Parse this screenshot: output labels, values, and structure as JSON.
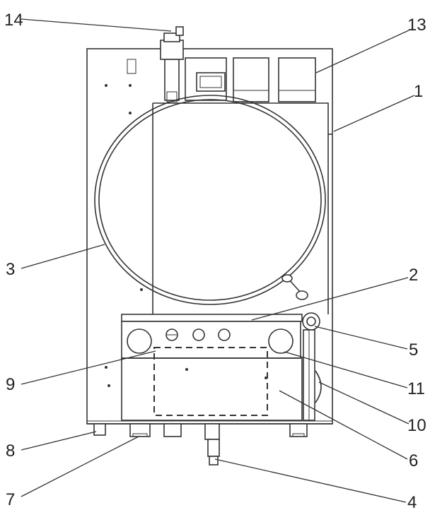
{
  "callouts": [
    {
      "id": "14",
      "text": "14"
    },
    {
      "id": "13",
      "text": "13"
    },
    {
      "id": "1",
      "text": "1"
    },
    {
      "id": "3",
      "text": "3"
    },
    {
      "id": "2",
      "text": "2"
    },
    {
      "id": "5",
      "text": "5"
    },
    {
      "id": "9",
      "text": "9"
    },
    {
      "id": "11",
      "text": "11"
    },
    {
      "id": "10",
      "text": "10"
    },
    {
      "id": "8",
      "text": "8"
    },
    {
      "id": "6",
      "text": "6"
    },
    {
      "id": "7",
      "text": "7"
    },
    {
      "id": "4",
      "text": "4"
    }
  ],
  "colors": {
    "line": "#333333",
    "background": "#ffffff"
  }
}
